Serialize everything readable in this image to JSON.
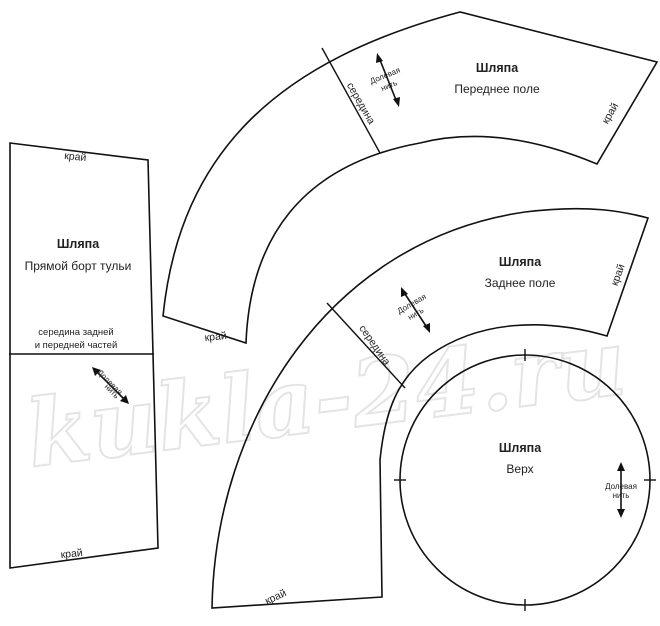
{
  "watermark": "kukla-24.ru",
  "pieces": {
    "crown_band": {
      "title": "Шляпа",
      "subtitle": "Прямой борт тульи",
      "top_edge_label": "край",
      "center_line_label_1": "середина задней",
      "center_line_label_2": "и передней частей",
      "grain_label_1": "Долевая",
      "grain_label_2": "нить",
      "bottom_edge_label": "край"
    },
    "front_brim": {
      "title": "Шляпа",
      "subtitle": "Переднее поле",
      "center_label": "середина",
      "grain_label_1": "Долевая",
      "grain_label_2": "нить",
      "edge_label_right": "край",
      "edge_label_bottom": "край"
    },
    "back_brim": {
      "title": "Шляпа",
      "subtitle": "Заднее поле",
      "center_label": "середина",
      "grain_label_1": "Долевая",
      "grain_label_2": "нить",
      "edge_label_right": "край",
      "edge_label_bottom": "край"
    },
    "top": {
      "title": "Шляпа",
      "subtitle": "Верх",
      "grain_label_1": "Долевая",
      "grain_label_2": "нить"
    }
  }
}
